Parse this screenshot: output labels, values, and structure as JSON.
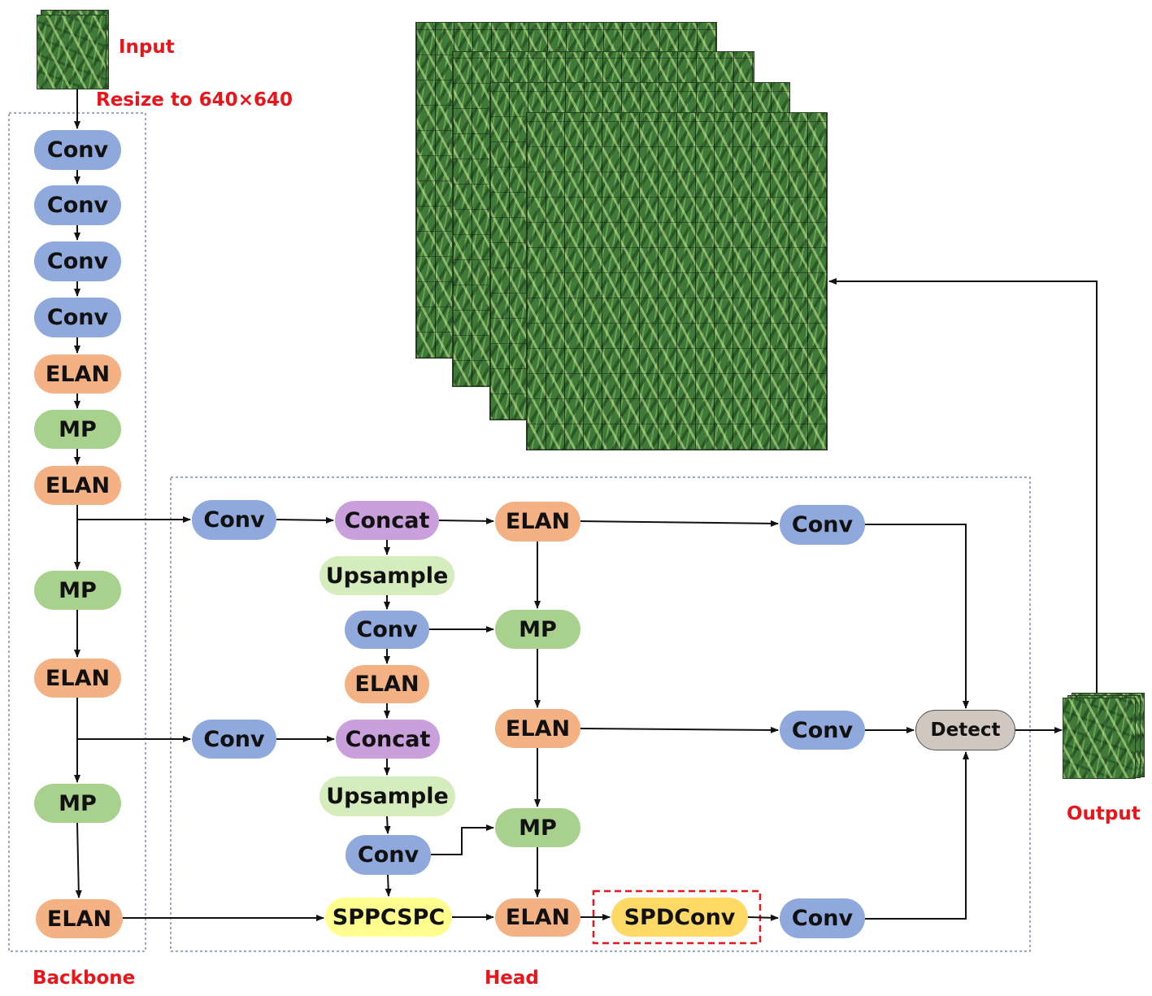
{
  "labels": {
    "input": "Input",
    "resize": "Resize to 640×640",
    "output": "Output",
    "backbone": "Backbone",
    "head": "Head"
  },
  "backbone": [
    "Conv",
    "Conv",
    "Conv",
    "Conv",
    "ELAN",
    "MP",
    "ELAN",
    "MP",
    "ELAN",
    "MP",
    "ELAN"
  ],
  "head": {
    "conv_a": "Conv",
    "concat_a": "Concat",
    "upsample_a": "Upsample",
    "conv_b": "Conv",
    "elan_mid": "ELAN",
    "conv_c": "Conv",
    "concat_b": "Concat",
    "upsample_b": "Upsample",
    "conv_d": "Conv",
    "sppcspc": "SPPCSPC",
    "elan_1": "ELAN",
    "mp_1": "MP",
    "elan_2": "ELAN",
    "mp_2": "MP",
    "elan_3": "ELAN",
    "spdconv": "SPDConv",
    "conv_out_1": "Conv",
    "conv_out_2": "Conv",
    "conv_out_3": "Conv",
    "detect": "Detect"
  },
  "colors": {
    "conv": "#8fa9dc",
    "elan": "#f4b183",
    "mp": "#a9d18e",
    "concat": "#c9a0dc",
    "upsample": "#d5ecbd",
    "sppcspc": "#ffff8f",
    "spdconv": "#ffd966",
    "detect": "#d0c8c0",
    "label_red": "#e8151b",
    "highlight_dash": "#e8151b"
  }
}
